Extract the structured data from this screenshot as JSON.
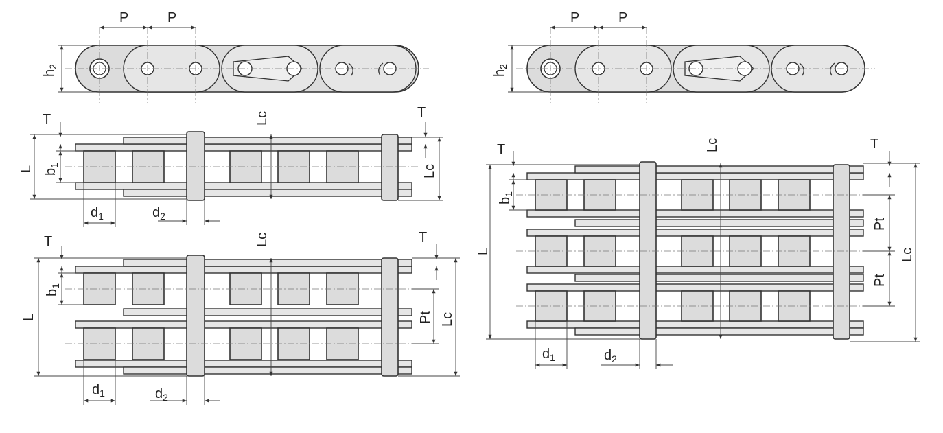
{
  "labels": {
    "pitch": "P",
    "plate_height": "h",
    "plate_height_sub": "2",
    "plate_thickness": "T",
    "overall_length": "L",
    "connecting_length": "Lc",
    "inner_width": "b",
    "inner_width_sub": "1",
    "roller_diameter": "d",
    "roller_diameter_sub": "1",
    "pin_diameter": "d",
    "pin_diameter_sub": "2",
    "transverse_pitch": "Pt"
  },
  "colors": {
    "outline": "#333333",
    "fill": "#dcdcdc",
    "background": "#ffffff"
  }
}
